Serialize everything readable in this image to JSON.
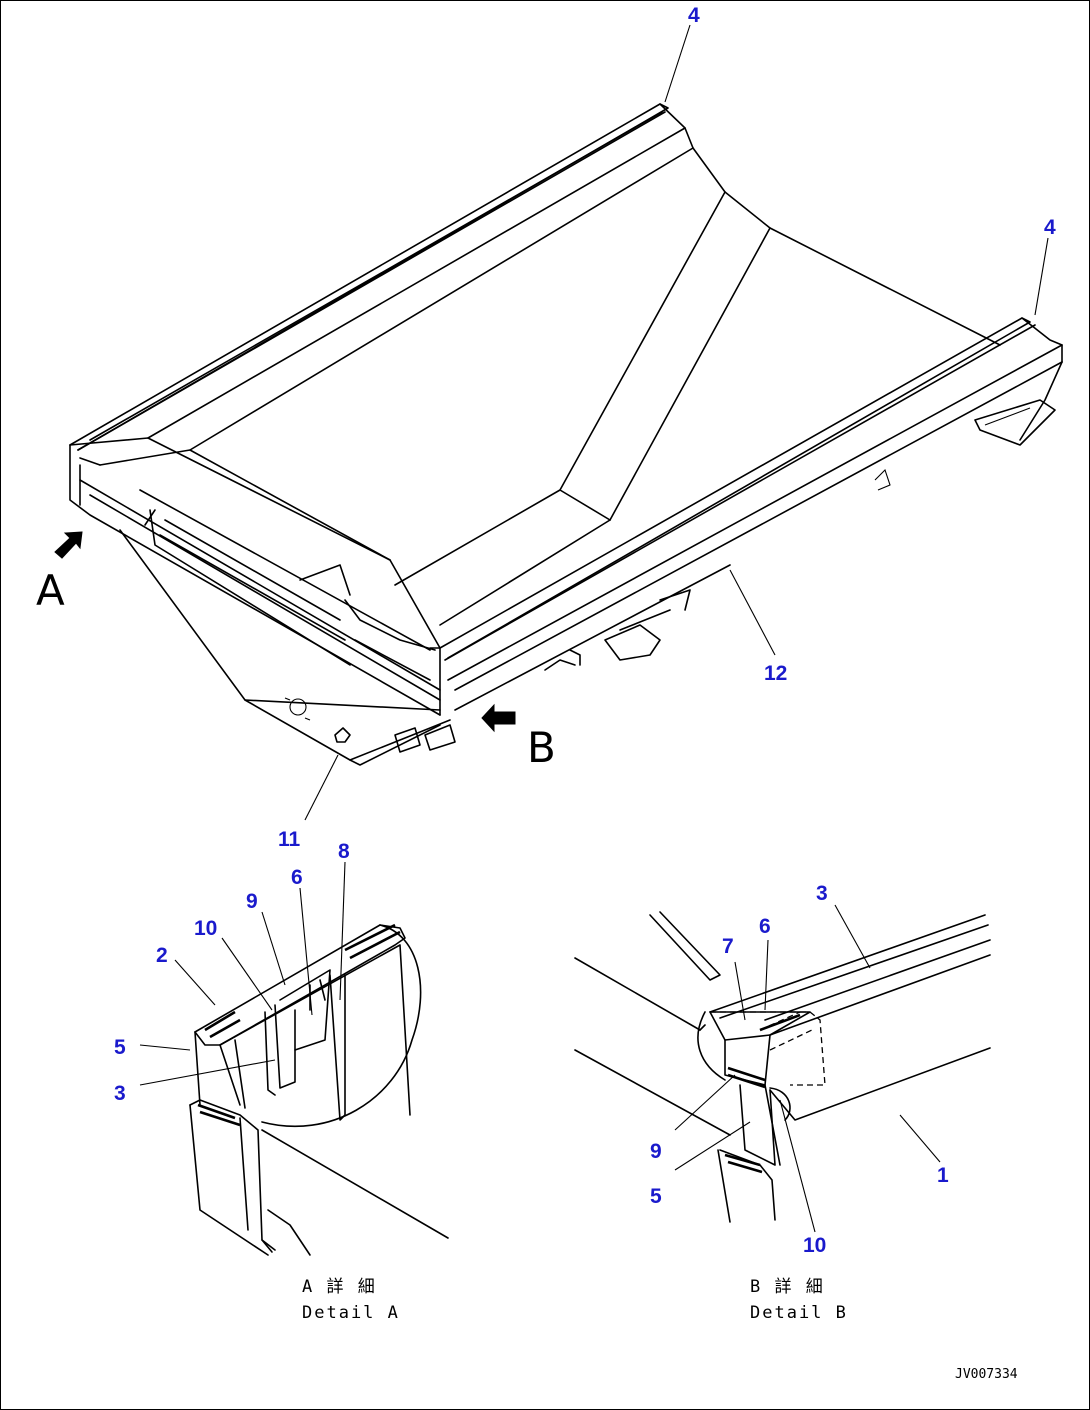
{
  "callouts": {
    "c4_top": "4",
    "c4_right": "4",
    "c12": "12",
    "c11": "11",
    "detA_2": "2",
    "detA_10": "10",
    "detA_9": "9",
    "detA_6": "6",
    "detA_8": "8",
    "detA_5": "5",
    "detA_3": "3",
    "detB_3": "3",
    "detB_7": "7",
    "detB_6": "6",
    "detB_9": "9",
    "detB_5": "5",
    "detB_1": "1",
    "detB_10": "10"
  },
  "views": {
    "a_letter": "A",
    "b_letter": "B"
  },
  "captions": {
    "detail_a_jp": "A 詳 細",
    "detail_a_en": "Detail A",
    "detail_b_jp": "B 詳 細",
    "detail_b_en": "Detail B"
  },
  "drawing_id": "JV007334",
  "colors": {
    "callout_blue": "#1a1acc",
    "line": "#000000",
    "background": "#ffffff"
  }
}
